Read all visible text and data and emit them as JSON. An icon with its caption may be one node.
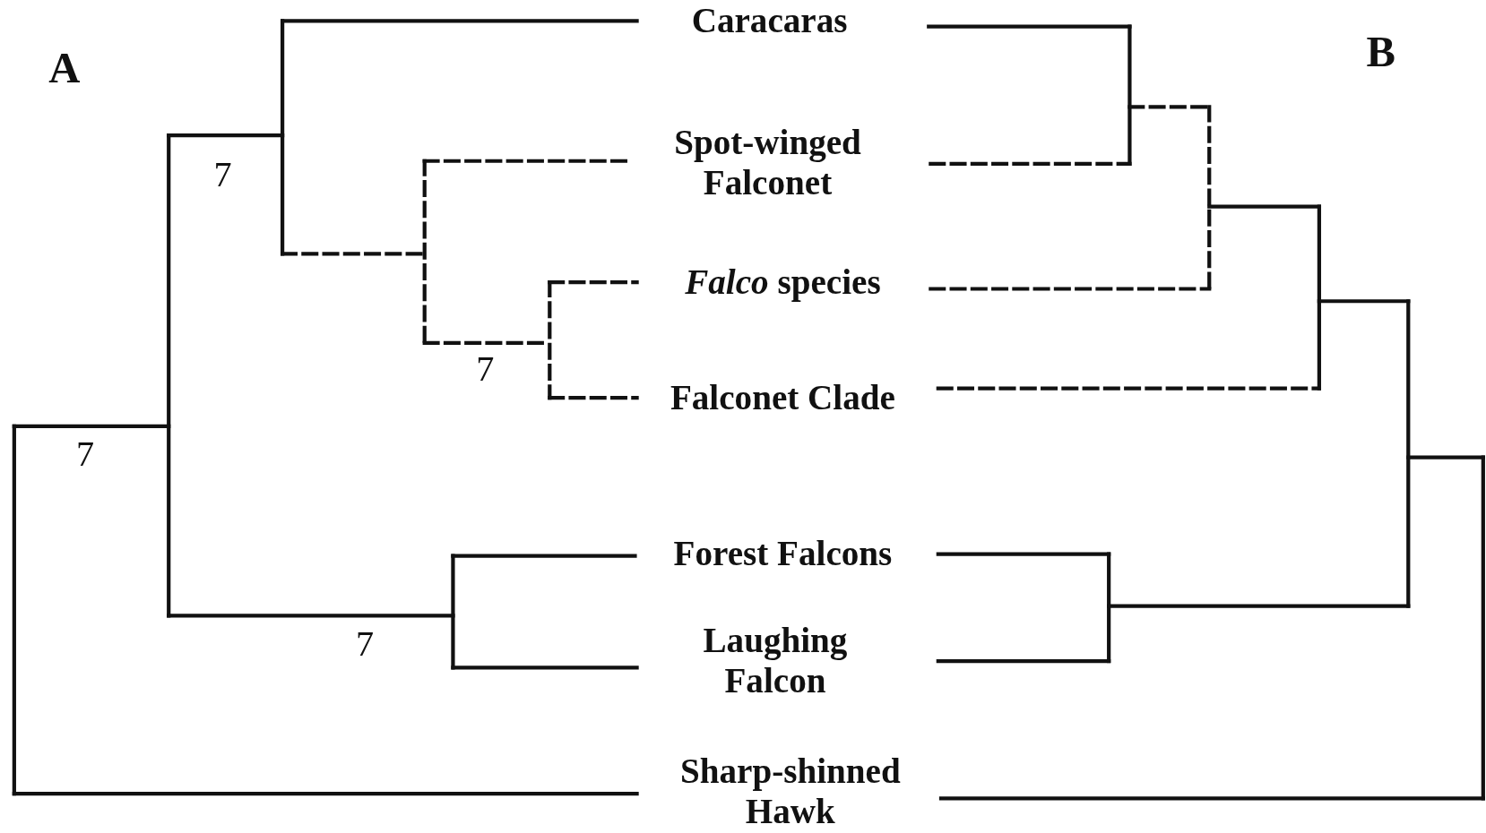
{
  "diagram": {
    "nodes": [
      {
        "text": [
          "Caracaras"
        ]
      },
      {
        "text": [
          "Spot-winged Falconet"
        ]
      },
      {
        "text": [
          "*Falco* species"
        ]
      },
      {
        "text": [
          "Falconet Clade"
        ]
      },
      {
        "text": [
          "Forest Falcons"
        ]
      },
      {
        "text": [
          "Laughing Falcon"
        ]
      },
      {
        "text": [
          "Sharp-shinned Hawk"
        ]
      }
    ],
    "labels": [
      "A",
      "7",
      "7",
      "7",
      "7",
      "B"
    ]
  }
}
